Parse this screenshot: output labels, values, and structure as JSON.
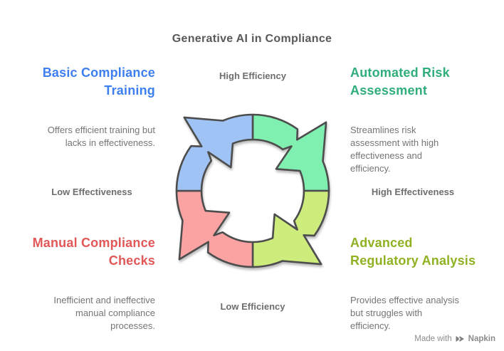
{
  "title": "Generative AI in Compliance",
  "axes": {
    "top": "High Efficiency",
    "bottom": "Low Efficiency",
    "left": "Low Effectiveness",
    "right": "High Effectiveness"
  },
  "quadrants": [
    {
      "position": "top-left",
      "heading": "Basic Compliance\nTraining",
      "body": "Offers efficient training but\nlacks in effectiveness.",
      "heading_color": "#3d7ff0",
      "ring_color": "#a0c3f6"
    },
    {
      "position": "top-right",
      "heading": "Automated Risk\nAssessment",
      "body": "Streamlines risk\nassessment with high\neffectiveness and\nefficiency.",
      "heading_color": "#2fae7c",
      "ring_color": "#7ff0b0"
    },
    {
      "position": "bottom-left",
      "heading": "Manual Compliance\nChecks",
      "body": "Inefficient and ineffective\nmanual compliance\nprocesses.",
      "heading_color": "#e25757",
      "ring_color": "#fba3a3"
    },
    {
      "position": "bottom-right",
      "heading": "Advanced\nRegulatory Analysis",
      "body": "Provides effective analysis\nbut struggles with\nefficiency.",
      "heading_color": "#8fb122",
      "ring_color": "#cdec7c"
    }
  ],
  "cycle": {
    "direction": "clockwise",
    "outline_color": "#4d4d4d"
  },
  "badge": {
    "prefix": "Made with",
    "brand": "Napkin"
  },
  "colors": {
    "title": "#595959",
    "axis_label": "#6e6e6e",
    "body_text": "#757575",
    "badge_text": "#8c8c8c"
  }
}
